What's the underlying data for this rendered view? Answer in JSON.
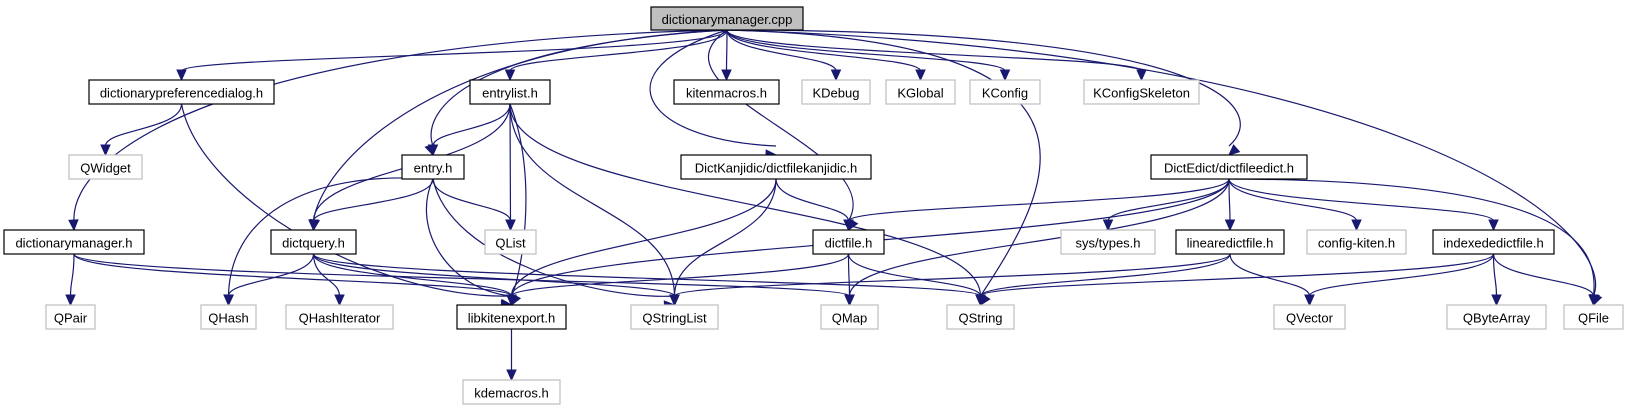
{
  "diagram": {
    "title": "dictionarymanager.cpp include dependency graph",
    "colors": {
      "edge": "#191970",
      "root_fill": "#bfbfbf",
      "local_border": "#000000",
      "external_border": "#bfbfbf"
    },
    "nodes": [
      {
        "id": "dictionarymanager_cpp",
        "label": "dictionarymanager.cpp",
        "kind": "root"
      },
      {
        "id": "dictionarypreferencedialog_h",
        "label": "dictionarypreferencedialog.h",
        "kind": "local"
      },
      {
        "id": "entrylist_h",
        "label": "entrylist.h",
        "kind": "local"
      },
      {
        "id": "kitenmacros_h",
        "label": "kitenmacros.h",
        "kind": "local"
      },
      {
        "id": "KDebug",
        "label": "KDebug",
        "kind": "external"
      },
      {
        "id": "KGlobal",
        "label": "KGlobal",
        "kind": "external"
      },
      {
        "id": "KConfig",
        "label": "KConfig",
        "kind": "external"
      },
      {
        "id": "KConfigSkeleton",
        "label": "KConfigSkeleton",
        "kind": "external"
      },
      {
        "id": "QWidget",
        "label": "QWidget",
        "kind": "external"
      },
      {
        "id": "entry_h",
        "label": "entry.h",
        "kind": "local"
      },
      {
        "id": "dictfilekanjidic_h",
        "label": "DictKanjidic/dictfilekanjidic.h",
        "kind": "local"
      },
      {
        "id": "dictfileedict_h",
        "label": "DictEdict/dictfileedict.h",
        "kind": "local"
      },
      {
        "id": "dictionarymanager_h",
        "label": "dictionarymanager.h",
        "kind": "local"
      },
      {
        "id": "dictquery_h",
        "label": "dictquery.h",
        "kind": "local"
      },
      {
        "id": "QList",
        "label": "QList",
        "kind": "external"
      },
      {
        "id": "dictfile_h",
        "label": "dictfile.h",
        "kind": "local"
      },
      {
        "id": "sys_types_h",
        "label": "sys/types.h",
        "kind": "external"
      },
      {
        "id": "linearedictfile_h",
        "label": "linearedictfile.h",
        "kind": "local"
      },
      {
        "id": "config_kiten_h",
        "label": "config-kiten.h",
        "kind": "external"
      },
      {
        "id": "indexededictfile_h",
        "label": "indexededictfile.h",
        "kind": "local"
      },
      {
        "id": "QPair",
        "label": "QPair",
        "kind": "external"
      },
      {
        "id": "QHash",
        "label": "QHash",
        "kind": "external"
      },
      {
        "id": "QHashIterator",
        "label": "QHashIterator",
        "kind": "external"
      },
      {
        "id": "libkitenexport_h",
        "label": "libkitenexport.h",
        "kind": "local"
      },
      {
        "id": "QStringList",
        "label": "QStringList",
        "kind": "external"
      },
      {
        "id": "QMap",
        "label": "QMap",
        "kind": "external"
      },
      {
        "id": "QString",
        "label": "QString",
        "kind": "external"
      },
      {
        "id": "QVector",
        "label": "QVector",
        "kind": "external"
      },
      {
        "id": "QByteArray",
        "label": "QByteArray",
        "kind": "external"
      },
      {
        "id": "QFile",
        "label": "QFile",
        "kind": "external"
      },
      {
        "id": "kdemacros_h",
        "label": "kdemacros.h",
        "kind": "external"
      }
    ],
    "edges": [
      [
        "dictionarymanager_cpp",
        "dictionarypreferencedialog_h"
      ],
      [
        "dictionarymanager_cpp",
        "entrylist_h"
      ],
      [
        "dictionarymanager_cpp",
        "kitenmacros_h"
      ],
      [
        "dictionarymanager_cpp",
        "KDebug"
      ],
      [
        "dictionarymanager_cpp",
        "KGlobal"
      ],
      [
        "dictionarymanager_cpp",
        "KConfig"
      ],
      [
        "dictionarymanager_cpp",
        "KConfigSkeleton"
      ],
      [
        "dictionarymanager_cpp",
        "dictionarymanager_h"
      ],
      [
        "dictionarymanager_cpp",
        "entry_h"
      ],
      [
        "dictionarymanager_cpp",
        "dictquery_h"
      ],
      [
        "dictionarymanager_cpp",
        "dictfilekanjidic_h"
      ],
      [
        "dictionarymanager_cpp",
        "dictfile_h"
      ],
      [
        "dictionarymanager_cpp",
        "dictfileedict_h"
      ],
      [
        "dictionarymanager_cpp",
        "QString"
      ],
      [
        "dictionarymanager_cpp",
        "QFile"
      ],
      [
        "dictionarypreferencedialog_h",
        "QWidget"
      ],
      [
        "dictionarypreferencedialog_h",
        "libkitenexport_h"
      ],
      [
        "entrylist_h",
        "entry_h"
      ],
      [
        "entrylist_h",
        "dictquery_h"
      ],
      [
        "entrylist_h",
        "QList"
      ],
      [
        "entrylist_h",
        "libkitenexport_h"
      ],
      [
        "entrylist_h",
        "QStringList"
      ],
      [
        "entrylist_h",
        "QString"
      ],
      [
        "entry_h",
        "dictquery_h"
      ],
      [
        "entry_h",
        "QList"
      ],
      [
        "entry_h",
        "QHash"
      ],
      [
        "entry_h",
        "libkitenexport_h"
      ],
      [
        "entry_h",
        "QStringList"
      ],
      [
        "dictquery_h",
        "QHash"
      ],
      [
        "dictquery_h",
        "QHashIterator"
      ],
      [
        "dictquery_h",
        "libkitenexport_h"
      ],
      [
        "dictquery_h",
        "QStringList"
      ],
      [
        "dictquery_h",
        "QString"
      ],
      [
        "dictionarymanager_h",
        "QPair"
      ],
      [
        "dictionarymanager_h",
        "libkitenexport_h"
      ],
      [
        "dictionarymanager_h",
        "QMap"
      ],
      [
        "dictfilekanjidic_h",
        "dictfile_h"
      ],
      [
        "dictfilekanjidic_h",
        "libkitenexport_h"
      ],
      [
        "dictfilekanjidic_h",
        "QStringList"
      ],
      [
        "dictfile_h",
        "QMap"
      ],
      [
        "dictfile_h",
        "QString"
      ],
      [
        "dictfile_h",
        "libkitenexport_h"
      ],
      [
        "dictfileedict_h",
        "dictfile_h"
      ],
      [
        "dictfileedict_h",
        "libkitenexport_h"
      ],
      [
        "dictfileedict_h",
        "QMap"
      ],
      [
        "dictfileedict_h",
        "sys_types_h"
      ],
      [
        "dictfileedict_h",
        "linearedictfile_h"
      ],
      [
        "dictfileedict_h",
        "config_kiten_h"
      ],
      [
        "dictfileedict_h",
        "indexededictfile_h"
      ],
      [
        "dictfileedict_h",
        "QFile"
      ],
      [
        "linearedictfile_h",
        "QStringList"
      ],
      [
        "linearedictfile_h",
        "QString"
      ],
      [
        "linearedictfile_h",
        "QVector"
      ],
      [
        "indexededictfile_h",
        "QString"
      ],
      [
        "indexededictfile_h",
        "QVector"
      ],
      [
        "indexededictfile_h",
        "QByteArray"
      ],
      [
        "indexededictfile_h",
        "QFile"
      ],
      [
        "libkitenexport_h",
        "kdemacros_h"
      ]
    ]
  }
}
